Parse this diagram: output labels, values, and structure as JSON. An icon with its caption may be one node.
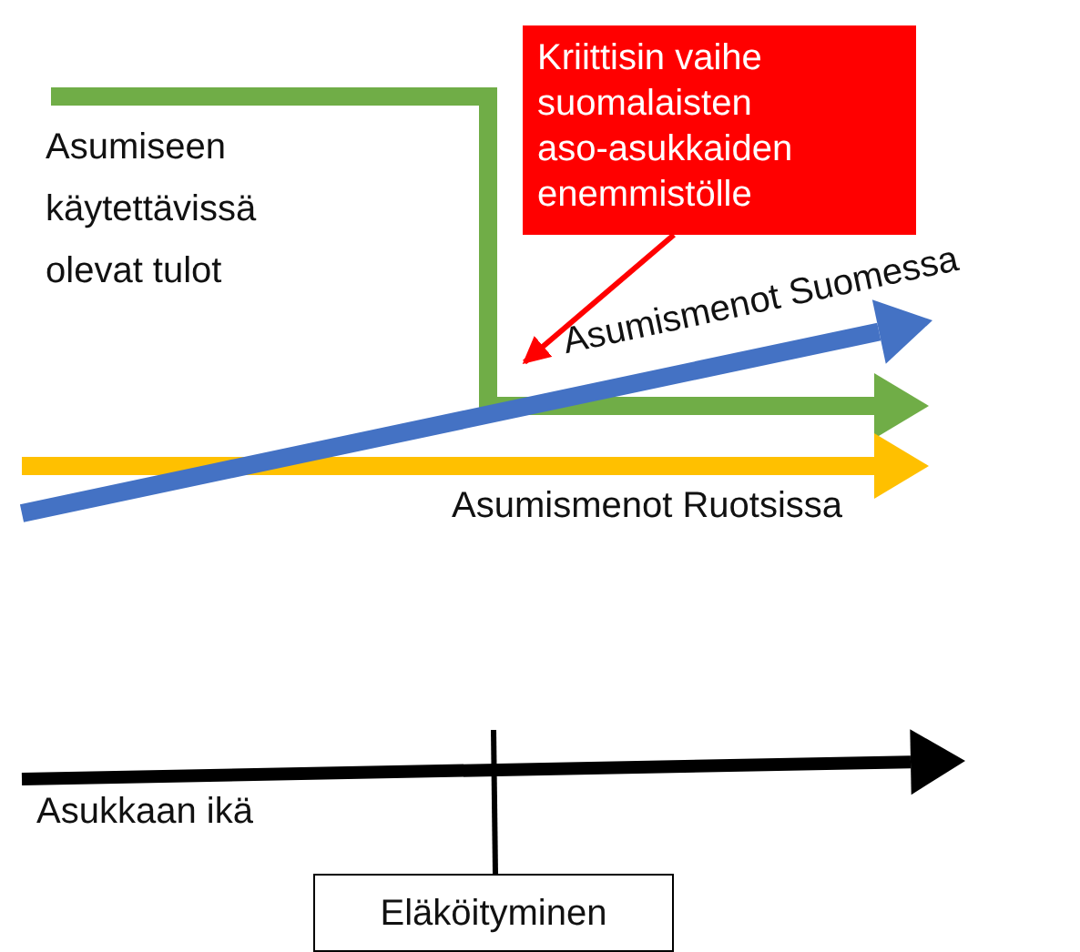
{
  "diagram": {
    "nodes": [
      {
        "text": [
          "Kriittisin vaihe suomalaisten aso-asukkaiden enemmistölle"
        ]
      },
      {
        "text": [
          "Eläköityminen"
        ]
      }
    ],
    "edges": [
      {
        "from": 0,
        "to": null,
        "arrow": "to",
        "color": "#ff0000"
      },
      {
        "from": 1,
        "to": null,
        "arrow": "none",
        "color": "#000000"
      }
    ],
    "labels": [
      "Asumiseen käytettävissä olevat tulot",
      "Asumismenot Suomessa",
      "Asumismenot Ruotsissa",
      "Asukkaan ikä"
    ]
  }
}
